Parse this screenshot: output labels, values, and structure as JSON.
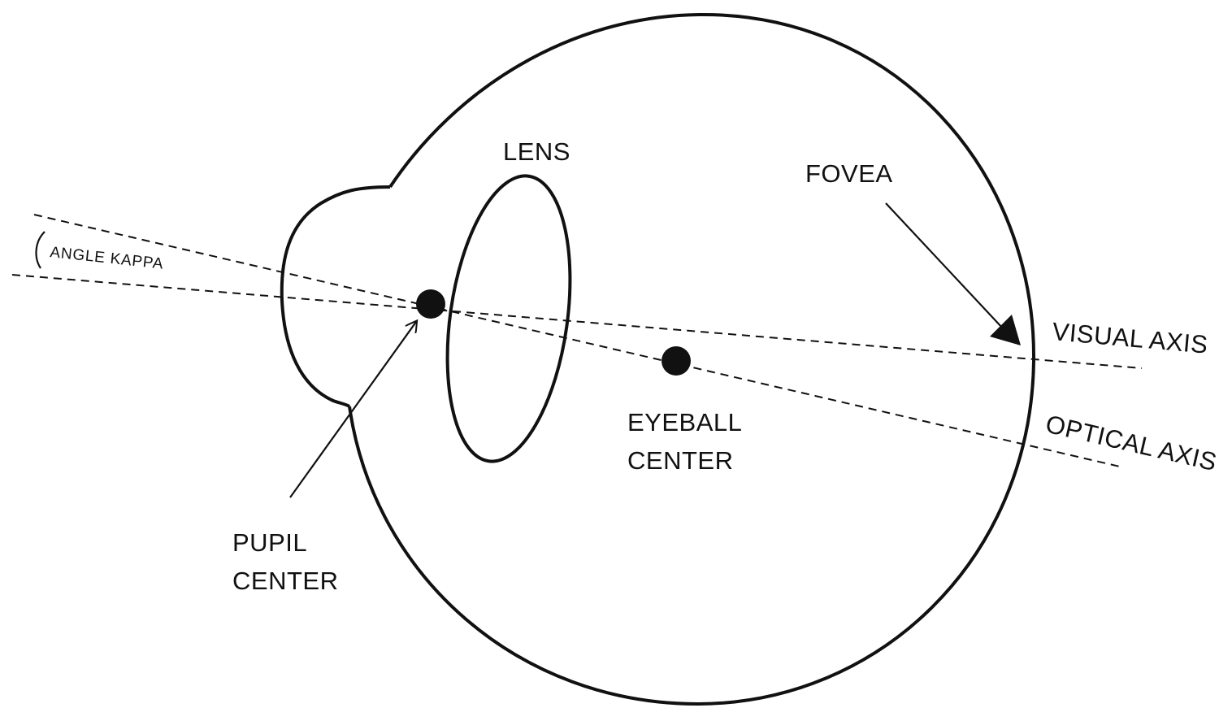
{
  "labels": {
    "lens": "LENS",
    "fovea": "FOVEA",
    "angle_kappa": "ANGLE KAPPA",
    "visual_axis": "VISUAL AXIS",
    "optical_axis": "OPTICAL AXIS",
    "eyeball_center_line1": "EYEBALL",
    "eyeball_center_line2": "CENTER",
    "pupil_center_line1": "PUPIL",
    "pupil_center_line2": "CENTER"
  },
  "colors": {
    "stroke": "#111111",
    "background": "#ffffff"
  }
}
